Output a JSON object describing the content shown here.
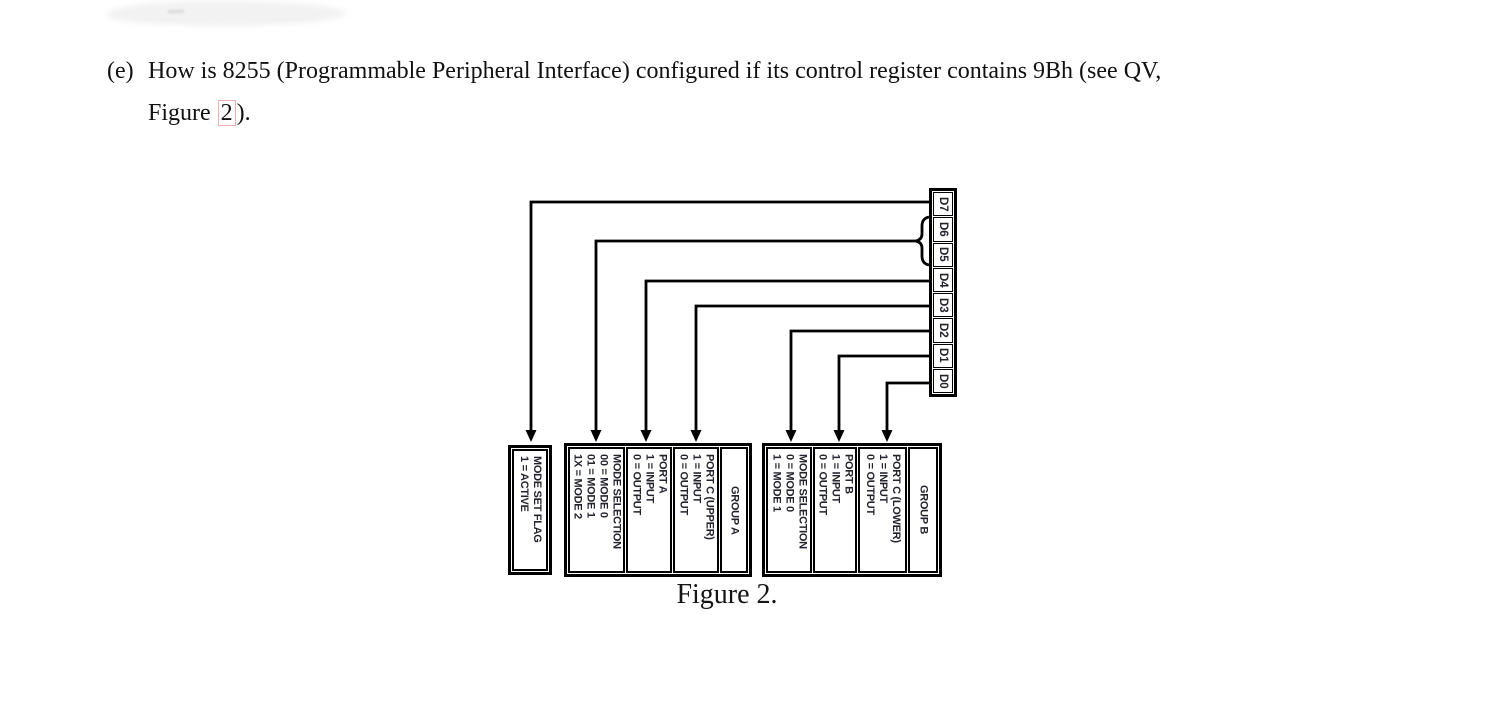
{
  "question": {
    "label": "(e)",
    "line1": "How is 8255 (Programmable Peripheral Interface) configured if its control register contains 9Bh (see QV,",
    "line2_prefix": "Figure",
    "link_text": "2",
    "line2_suffix": ")."
  },
  "diagram": {
    "bits": [
      "D7",
      "D6",
      "D5",
      "D4",
      "D3",
      "D2",
      "D1",
      "D0"
    ],
    "mode_set_flag": "MODE SET FLAG\n1 = ACTIVE",
    "group_a": {
      "cells": [
        "MODE SELECTION\n00 = MODE 0\n01 = MODE 1\n1X = MODE 2",
        "PORT A\n1 = INPUT\n0 = OUTPUT",
        "PORT C (UPPER)\n1 = INPUT\n0 = OUTPUT",
        "GROUP A"
      ]
    },
    "group_b": {
      "cells": [
        "MODE SELECTION\n0 = MODE 0\n1 = MODE 1",
        "PORT B\n1 = INPUT\n0 = OUTPUT",
        "PORT C (LOWER)\n1 = INPUT\n0 = OUTPUT",
        "GROUP B"
      ]
    },
    "caption": "Figure 2."
  },
  "colors": {
    "ink": "#000000",
    "body_text": "#111111",
    "diagram_text": "#23232d",
    "link_border": "#f0aeae",
    "smudge": "#f2f2f3"
  }
}
